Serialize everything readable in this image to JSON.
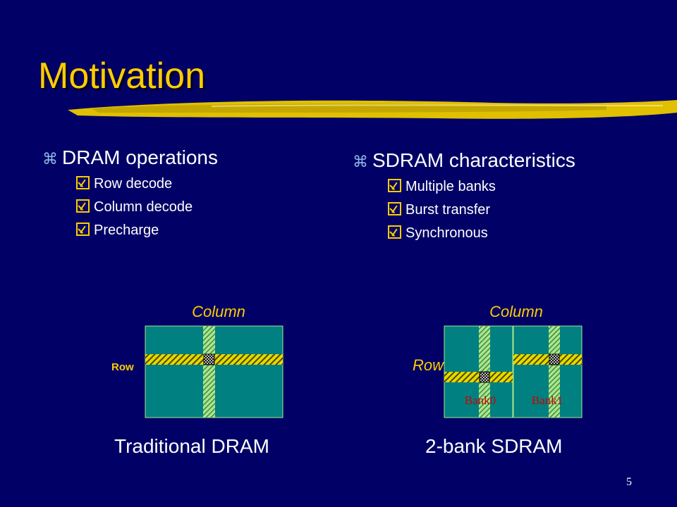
{
  "title": "Motivation",
  "left_section": {
    "heading": "DRAM operations",
    "items": [
      "Row decode",
      "Column decode",
      "Precharge"
    ]
  },
  "right_section": {
    "heading": "SDRAM characteristics",
    "items": [
      "Multiple banks",
      "Burst transfer",
      "Synchronous"
    ]
  },
  "diagram_left": {
    "column_label": "Column",
    "row_label": "Row",
    "caption": "Traditional DRAM"
  },
  "diagram_right": {
    "column_label": "Column",
    "row_label": "Row",
    "bank_labels": [
      "Bank0",
      "Bank1"
    ],
    "caption": "2-bank SDRAM"
  },
  "page_number": "5",
  "colors": {
    "background": "#000066",
    "title": "#FFCC00",
    "array_fill": "#008080",
    "stripe_green": "#a8e890",
    "stripe_yellow": "#e6d800",
    "bank_label": "#cc0000"
  }
}
